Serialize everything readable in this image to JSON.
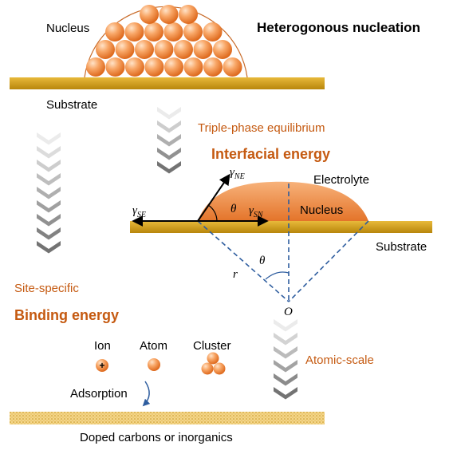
{
  "title": "Heterogonous nucleation",
  "top_panel": {
    "nucleus_label": "Nucleus",
    "substrate_label": "Substrate"
  },
  "interfacial": {
    "subtitle": "Triple-phase equilibrium",
    "heading": "Interfacial energy",
    "electrolyte_label": "Electrolyte",
    "nucleus_label": "Nucleus",
    "substrate_label": "Substrate",
    "gamma_ne": "γ",
    "gamma_ne_sub": "NE",
    "gamma_se": "γ",
    "gamma_se_sub": "SE",
    "gamma_sn": "γ",
    "gamma_sn_sub": "SN",
    "theta": "θ",
    "theta_center": "θ",
    "radius": "r",
    "origin": "O"
  },
  "binding": {
    "subtitle": "Site-specific",
    "heading": "Binding energy",
    "species": [
      {
        "label": "Ion",
        "symbol": "+"
      },
      {
        "label": "Atom"
      },
      {
        "label": "Cluster"
      }
    ],
    "adsorption_label": "Adsorption",
    "substrate_label": "Doped carbons or inorganics",
    "scale_label": "Atomic-scale"
  },
  "colors": {
    "substrate_gold": "#D4A21A",
    "atom_orange": "#F08A40",
    "heading_orange": "#C55A11",
    "dashed_blue": "#2E5D9F",
    "arrow_gray": "#8C8C8C"
  }
}
